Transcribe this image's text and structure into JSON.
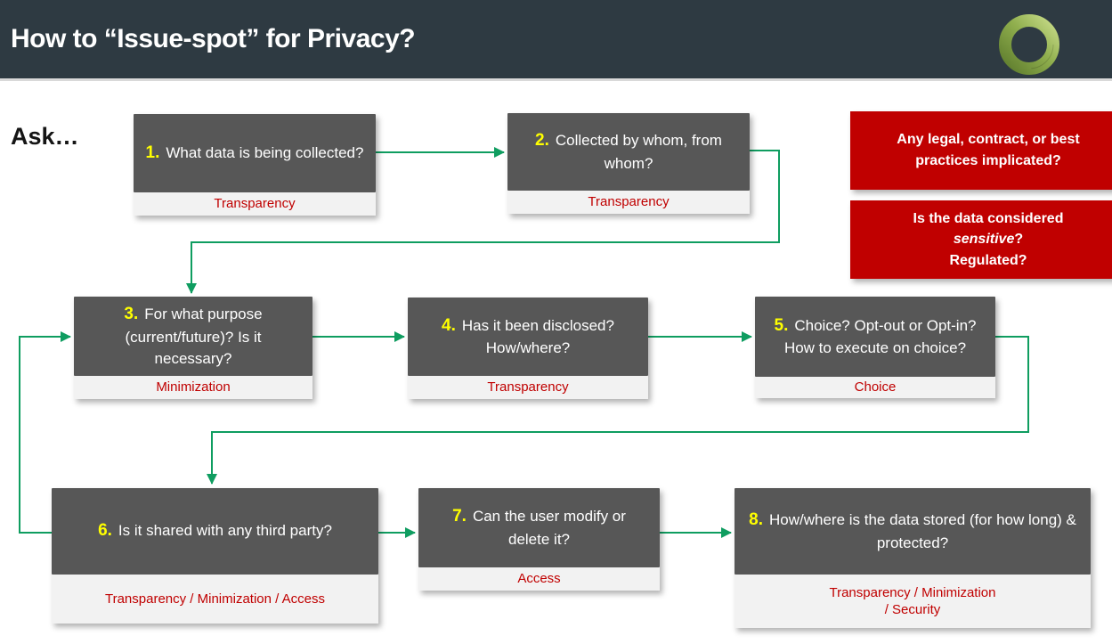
{
  "slide": {
    "title": "How to “Issue-spot” for Privacy?",
    "ask_label": "Ask…",
    "logo_icon": "green-ring-logo"
  },
  "flow_boxes": [
    {
      "number": "1.",
      "question": "What data is being collected?",
      "category": "Transparency"
    },
    {
      "number": "2.",
      "question": "Collected by whom, from whom?",
      "category": "Transparency"
    },
    {
      "number": "3.",
      "question": "For what purpose (current/future)? Is it necessary?",
      "category": "Minimization"
    },
    {
      "number": "4.",
      "question": "Has it been disclosed? How/where?",
      "category": "Transparency"
    },
    {
      "number": "5.",
      "question": "Choice?  Opt-out or Opt-in?  How to execute on choice?",
      "category": "Choice"
    },
    {
      "number": "6.",
      "question": "Is it shared with any third party?",
      "category": "Transparency / Minimization / Access"
    },
    {
      "number": "7.",
      "question": "Can the user modify or delete it?",
      "category": "Access"
    },
    {
      "number": "8.",
      "question": "How/where is the data stored (for how long) & protected?",
      "category": "Transparency / Minimization\n/ Security"
    }
  ],
  "side_notes": [
    {
      "text": "Any legal, contract, or best practices implicated?"
    },
    {
      "line1": "Is the data considered",
      "italic_word": "sensitive",
      "suffix": "?",
      "line3": "Regulated?"
    }
  ],
  "colors": {
    "header_bg": "#2e3a42",
    "box_bg": "#575757",
    "box_number": "#ffff00",
    "category_bg": "#f2f2f2",
    "category_text": "#c00000",
    "note_bg": "#c00000",
    "arrow_green": "#0f9d60",
    "logo_green_light": "#bcd47b",
    "logo_green_dark": "#5f7d2e"
  }
}
